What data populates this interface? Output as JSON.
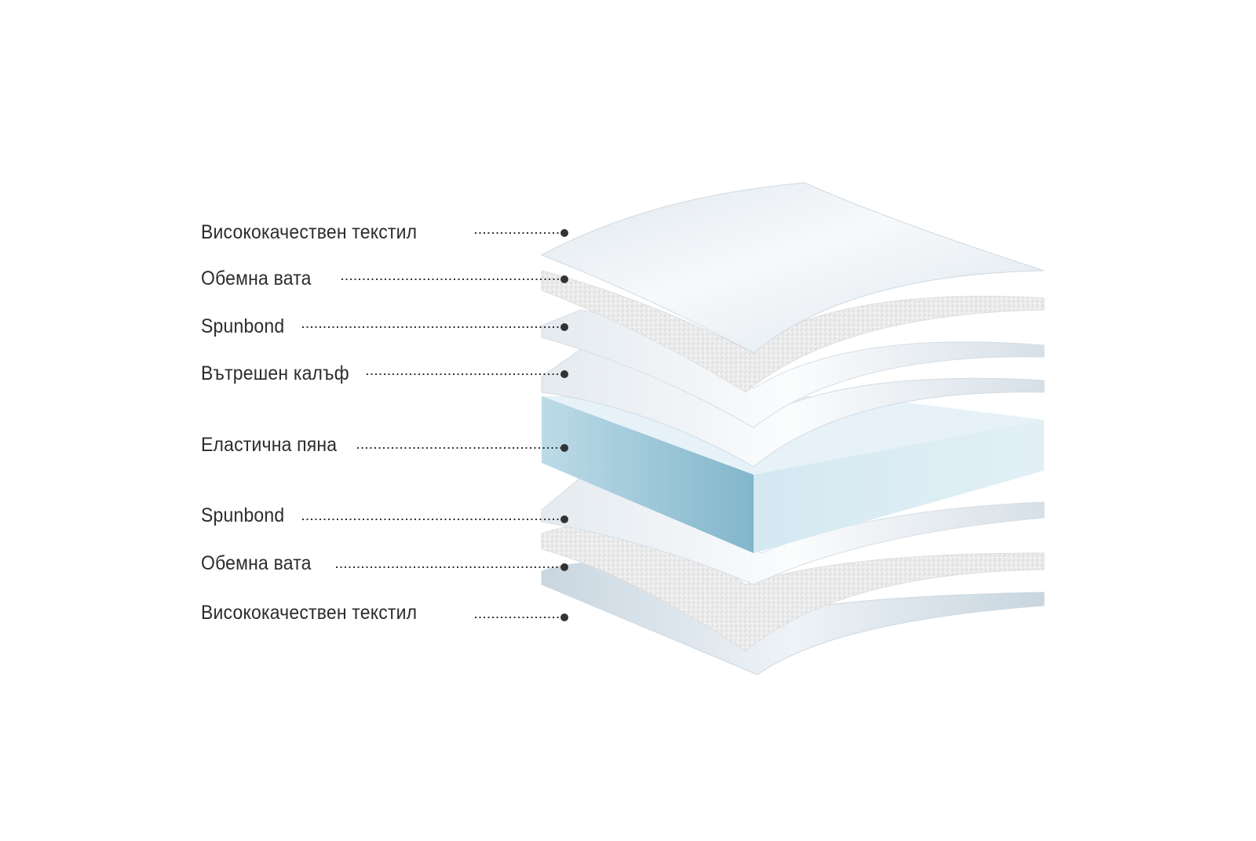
{
  "diagram": {
    "layers": [
      {
        "label": "Висококачествен текстил"
      },
      {
        "label": "Обемна вата"
      },
      {
        "label": "Spunbond"
      },
      {
        "label": "Вътрешен калъф"
      },
      {
        "label": "Еластична пяна"
      },
      {
        "label": "Spunbond"
      },
      {
        "label": "Обемна вата"
      },
      {
        "label": "Висококачествен текстил"
      }
    ],
    "colors": {
      "label_text": "#2c2c2c",
      "leader_line": "#333333",
      "textile": "#e6edf3",
      "batting": "#eeeeee",
      "foam_front": "#8cbdd0",
      "foam_side": "#dcedf4",
      "foam_top": "#e8f3f8"
    }
  }
}
